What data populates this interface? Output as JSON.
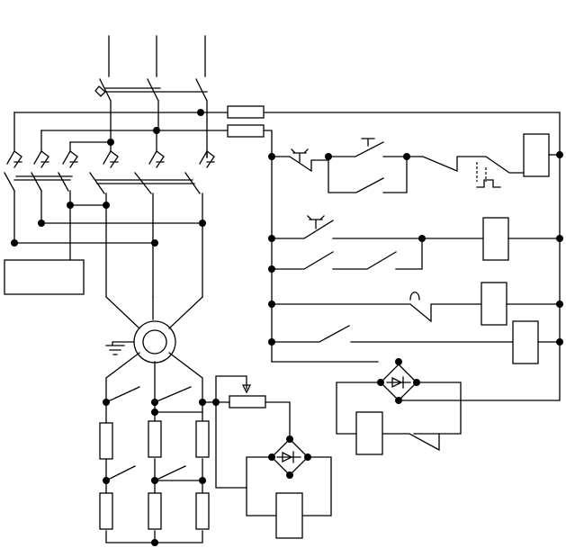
{
  "diagram": {
    "kind": "electrical-schematic",
    "labels": [],
    "symbols": [
      "supply-lines",
      "main-contactor",
      "fuses",
      "reversing-contactors",
      "motor",
      "ground",
      "push-buttons",
      "relay-coils",
      "bridge-rectifiers",
      "resistors",
      "potentiometer",
      "diodes"
    ]
  }
}
